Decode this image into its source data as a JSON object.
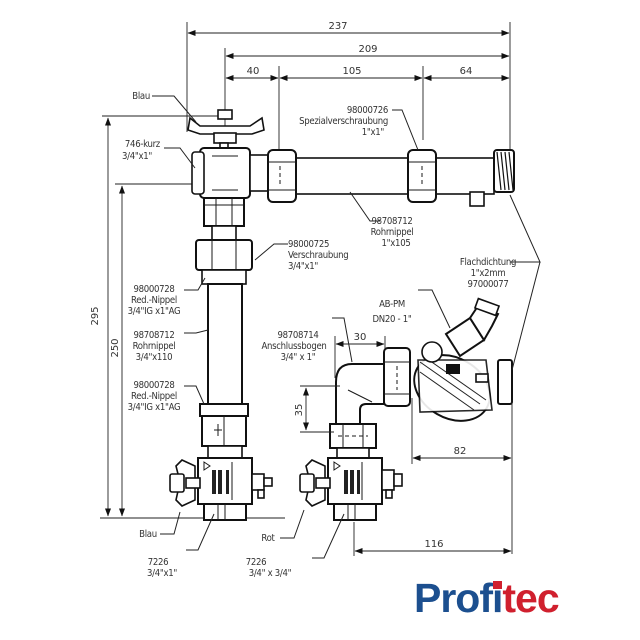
{
  "diagram": {
    "title": "Profitec connection set technical drawing",
    "dimensions": {
      "top_total": "237",
      "top_partial": "209",
      "top_seg1": "40",
      "top_seg2": "105",
      "top_seg3": "64",
      "height_total": "295",
      "height_inner": "250",
      "elbow_height": "35",
      "elbow_offset": "30",
      "valve_width": "82",
      "bottom_width": "116"
    },
    "labels": {
      "blau_top": [
        "Blau"
      ],
      "ball_valve": [
        "746-kurz",
        "3/4\"x1\""
      ],
      "special_union": [
        "98000726",
        "Spezialverschraubung",
        "1\"x1\""
      ],
      "pipe_nipple_h": [
        "98708712",
        "Rohrnippel",
        "1\"x105"
      ],
      "union": [
        "98000725",
        "Verschraubung",
        "3/4\"x1\""
      ],
      "red_nipple_top": [
        "98000728",
        "Red.-Nippel",
        "3/4\"IG x1\"AG"
      ],
      "pipe_nipple_v": [
        "98708712",
        "Rohrnippel",
        "3/4\"x110"
      ],
      "red_nipple_bottom": [
        "98000728",
        "Red.-Nippel",
        "3/4\"IG x1\"AG"
      ],
      "flat_gasket": [
        "Flachdichtung",
        "1\"x2mm",
        "97000077"
      ],
      "ab_pm": [
        "AB-PM",
        "DN20 - 1\""
      ],
      "elbow": [
        "98708714",
        "Anschlussbogen",
        "3/4\" x 1\""
      ],
      "blau_bottom": [
        "Blau"
      ],
      "rot_bottom": [
        "Rot"
      ],
      "valve_left": [
        "7226",
        "3/4\"x1\""
      ],
      "valve_right": [
        "7226",
        "3/4\" x 3/4\""
      ]
    }
  },
  "brand": {
    "logo_part1": "Prof",
    "logo_i": "i",
    "logo_part2": "tec",
    "blue": "#1c4f8f",
    "red": "#d0202e"
  }
}
